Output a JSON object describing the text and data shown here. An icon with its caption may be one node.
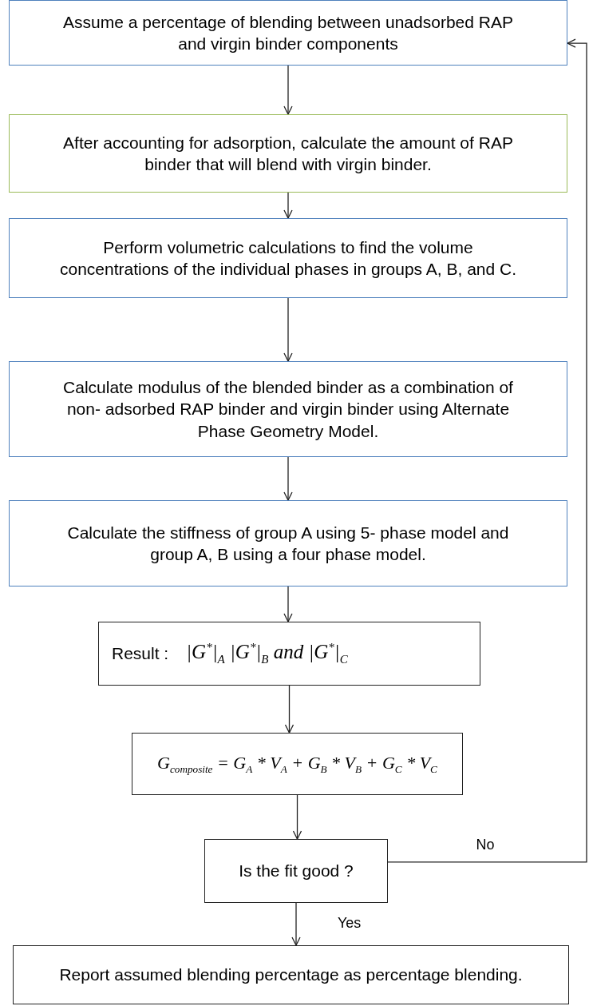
{
  "diagram": {
    "nodes": [
      {
        "text": [
          "Assume a percentage of blending between unadsorbed RAP and virgin binder components"
        ]
      },
      {
        "text": [
          "After accounting for adsorption, calculate the amount of RAP binder that will blend with virgin binder."
        ]
      },
      {
        "text": [
          "Perform volumetric calculations to find the volume concentrations of the individual phases in groups A, B, and C."
        ]
      },
      {
        "text": [
          "Calculate modulus of the blended binder as a combination of non- adsorbed RAP binder and virgin binder using Alternate Phase Geometry Model."
        ]
      },
      {
        "text": [
          "Calculate the stiffness of group A using 5- phase model and group A, B using a four phase model."
        ]
      },
      {
        "text": [
          "Result :",
          "|G$^{*}$|$_{A}$ |G$^{*}$|$_{B}$ and |G$^{*}$|$_{C}$"
        ]
      },
      {
        "text": [
          "G$_{composite}$ = G$_{A}$ * V$_{A}$ + G$_{B}$ * V$_{B}$ + G$_{C}$ * V$_{C}$"
        ]
      },
      {
        "text": [
          "Is the fit good ?"
        ]
      },
      {
        "text": [
          "Report assumed blending percentage as percentage blending."
        ]
      }
    ],
    "edges": [
      {
        "from": 0,
        "to": 1,
        "arrow": "to"
      },
      {
        "from": 1,
        "to": 2,
        "arrow": "to"
      },
      {
        "from": 2,
        "to": 3,
        "arrow": "to"
      },
      {
        "from": 3,
        "to": 4,
        "arrow": "to"
      },
      {
        "from": 4,
        "to": 5,
        "arrow": "to"
      },
      {
        "from": 5,
        "to": 6,
        "arrow": "to"
      },
      {
        "from": 6,
        "to": 7,
        "arrow": "to"
      },
      {
        "from": 7,
        "to": 8,
        "arrow": "to",
        "label": "Yes"
      },
      {
        "from": 7,
        "to": 0,
        "arrow": "to",
        "label": "No"
      }
    ]
  }
}
